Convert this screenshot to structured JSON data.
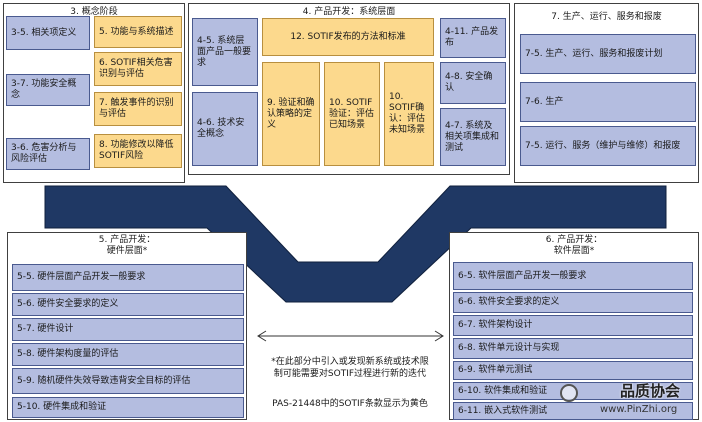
{
  "phase3": {
    "title": "3. 概念阶段",
    "blue": [
      "3-5. 相关项定义",
      "3-7. 功能安全概念",
      "3-6. 危害分析与风险评估"
    ],
    "yellow": [
      "5. 功能与系统描述",
      "6. SOTIF相关危害识别与评估",
      "7. 触发事件的识别与评估",
      "8. 功能修改以降低SOTIF风险"
    ]
  },
  "phase4": {
    "title": "4. 产品开发：系统层面",
    "left": [
      "4-5. 系统层面产品一般要求",
      "4-6. 技术安全概念"
    ],
    "top_yellow": "12. SOTIF发布的方法和标准",
    "mid_yellow": [
      "9. 验证和确认策略的定义",
      "10. SOTIF验证：评估已知场景",
      "10. SOTIF确认：评估未知场景"
    ],
    "right": [
      "4-11. 产品发布",
      "4-8. 安全确认",
      "4-7. 系统及相关项集成和测试"
    ]
  },
  "phase7": {
    "title": "7. 生产、运行、服务和报废",
    "items": [
      "7-5. 生产、运行、服务和报废计划",
      "7-6. 生产",
      "7-5. 运行、服务（维护与维修）和报废"
    ]
  },
  "phase5": {
    "title": "5. 产品开发：\n硬件层面*",
    "items": [
      "5-5. 硬件层面产品开发一般要求",
      "5-6. 硬件安全要求的定义",
      "5-7. 硬件设计",
      "5-8. 硬件架构度量的评估",
      "5-9. 随机硬件失效导致违背安全目标的评估",
      "5-10. 硬件集成和验证"
    ]
  },
  "phase6": {
    "title": "6. 产品开发：\n软件层面*",
    "items": [
      "6-5. 软件层面产品开发一般要求",
      "6-6. 软件安全要求的定义",
      "6-7. 软件架构设计",
      "6-8. 软件单元设计与实现",
      "6-9. 软件单元测试",
      "6-10. 软件集成和验证",
      "6-11. 嵌入式软件测试"
    ]
  },
  "notes": {
    "iteration": "*在此部分中引入或发现新系统或技术限\n制可能需要对SOTIF过程进行新的迭代",
    "legend": "PAS-21448中的SOTIF条款显示为黄色"
  },
  "watermark": {
    "name": "品质协会",
    "url": "www.PinZhi.org"
  },
  "colors": {
    "blue_fill": "#b4bde0",
    "yellow_fill": "#fcd98d",
    "v_band": "#1f3864"
  }
}
